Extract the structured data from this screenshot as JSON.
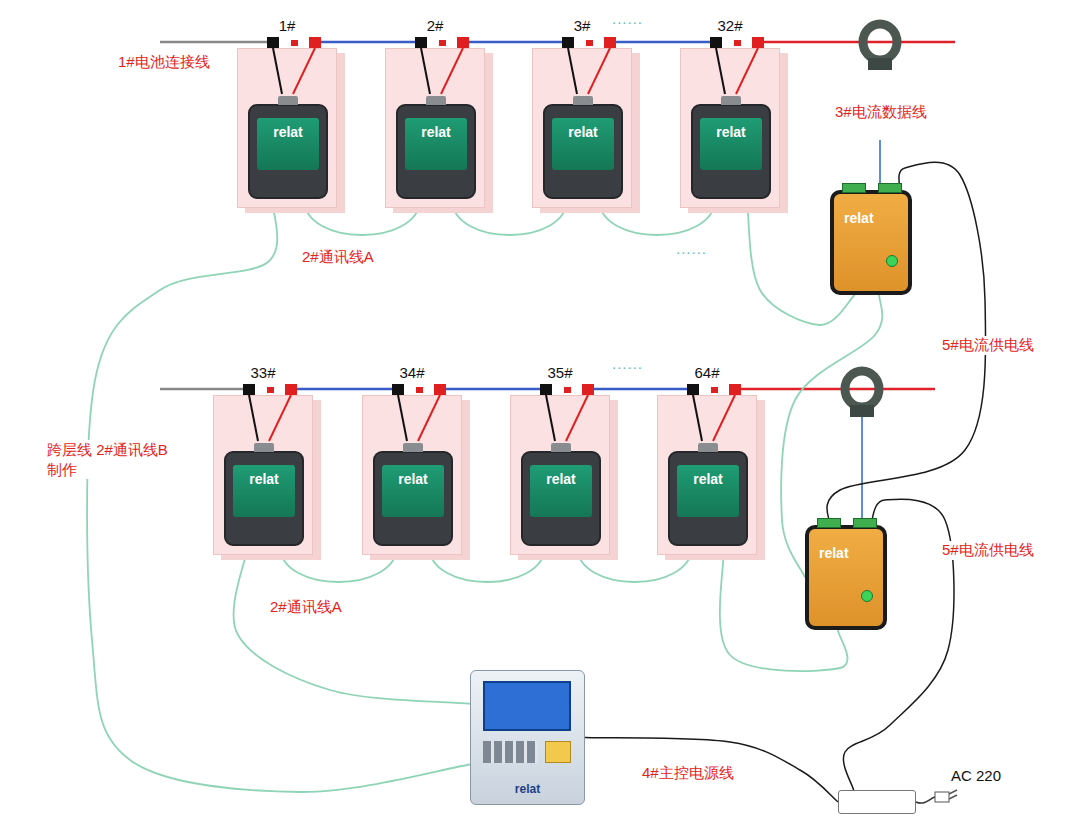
{
  "diagram": {
    "nodes": [
      {
        "text": [
          "1#"
        ]
      },
      {
        "text": [
          "relat"
        ],
        "in": 0
      },
      {
        "text": [
          "2#"
        ]
      },
      {
        "text": [
          "relat"
        ],
        "in": 2
      },
      {
        "text": [
          "3#"
        ]
      },
      {
        "text": [
          "relat"
        ],
        "in": 4
      },
      {
        "text": [
          "32#"
        ]
      },
      {
        "text": [
          "relat"
        ],
        "in": 6
      },
      {
        "text": [
          "relat"
        ]
      },
      {
        "text": [
          "33#"
        ]
      },
      {
        "text": [
          "relat"
        ],
        "in": 9
      },
      {
        "text": [
          "34#"
        ]
      },
      {
        "text": [
          "relat"
        ],
        "in": 11
      },
      {
        "text": [
          "35#"
        ]
      },
      {
        "text": [
          "relat"
        ],
        "in": 13
      },
      {
        "text": [
          "64#"
        ]
      },
      {
        "text": [
          "relat"
        ],
        "in": 15
      },
      {
        "text": [
          "relat"
        ]
      },
      {
        "text": [
          "relat"
        ]
      },
      {
        "text": [
          "AC 220"
        ]
      }
    ],
    "edges": [
      {
        "from": 1,
        "to": 3,
        "arrow": "none",
        "label": "2#通讯线A"
      },
      {
        "from": 3,
        "to": 5,
        "arrow": "none"
      },
      {
        "from": 5,
        "to": 7,
        "arrow": "none"
      },
      {
        "from": 7,
        "to": 8,
        "arrow": "none"
      },
      {
        "from": 8,
        "to": 17,
        "arrow": "none"
      },
      {
        "from": 10,
        "to": 12,
        "arrow": "none",
        "label": "2#通讯线A"
      },
      {
        "from": 12,
        "to": 14,
        "arrow": "none"
      },
      {
        "from": 14,
        "to": 16,
        "arrow": "none"
      },
      {
        "from": 16,
        "to": 17,
        "arrow": "none"
      },
      {
        "from": 18,
        "to": 10,
        "arrow": "none"
      },
      {
        "from": 1,
        "to": 18,
        "arrow": "none",
        "label": "跨层线 2#通讯线B制作"
      },
      {
        "from": 8,
        "to": 17,
        "arrow": "none",
        "label": "5#电流供电线"
      },
      {
        "from": 17,
        "to": 19,
        "arrow": "none",
        "label": "5#电流供电线"
      },
      {
        "from": 18,
        "to": 19,
        "arrow": "none",
        "label": "4#主控电源线"
      }
    ],
    "labels": [
      "1#电池连接线",
      "3#电流数据线",
      "......",
      "......",
      "......"
    ]
  }
}
